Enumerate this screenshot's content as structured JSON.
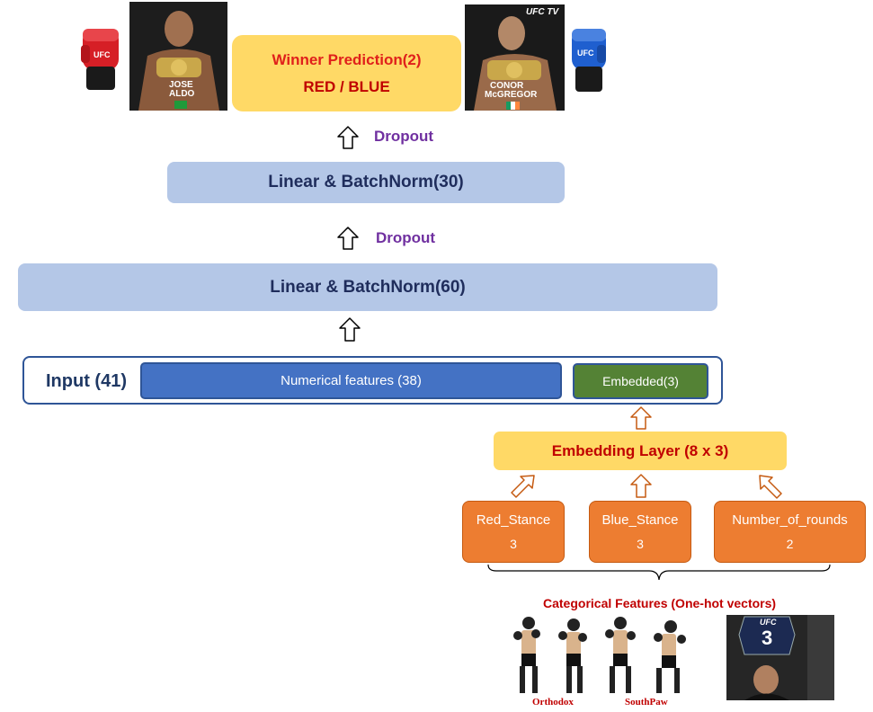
{
  "output": {
    "title": "Winner Prediction(2)",
    "classes": "RED / BLUE"
  },
  "dropouts": [
    "Dropout",
    "Dropout"
  ],
  "layers": {
    "linear30": "Linear & BatchNorm(30)",
    "linear60": "Linear & BatchNorm(60)"
  },
  "input": {
    "label": "Input (41)",
    "numerical": "Numerical features (38)",
    "embedded": "Embedded(3)"
  },
  "embedding_layer": "Embedding Layer (8 x 3)",
  "categorical": [
    {
      "name": "Red_Stance",
      "value": "3"
    },
    {
      "name": "Blue_Stance",
      "value": "3"
    },
    {
      "name": "Number_of_rounds",
      "value": "2"
    }
  ],
  "categorical_title": "Categorical Features (One-hot vectors)",
  "stance_labels": {
    "orthodox": "Orthodox",
    "southpaw": "SouthPaw"
  },
  "fighters": {
    "red": {
      "first": "JOSE",
      "last": "ALDO"
    },
    "blue": {
      "first": "CONOR",
      "last": "McGREGOR"
    }
  },
  "brand": {
    "ufc": "UFC",
    "ufc_tv": "UFC TV"
  },
  "round_card": "3",
  "colors": {
    "red_glove": "#d61f26",
    "blue_glove": "#1f5fcf",
    "layer": "#b4c7e7",
    "yellow": "#ffd966",
    "orange": "#ed7d31",
    "green": "#548235",
    "blue_num": "#4472c4",
    "dropout": "#7030a0"
  }
}
